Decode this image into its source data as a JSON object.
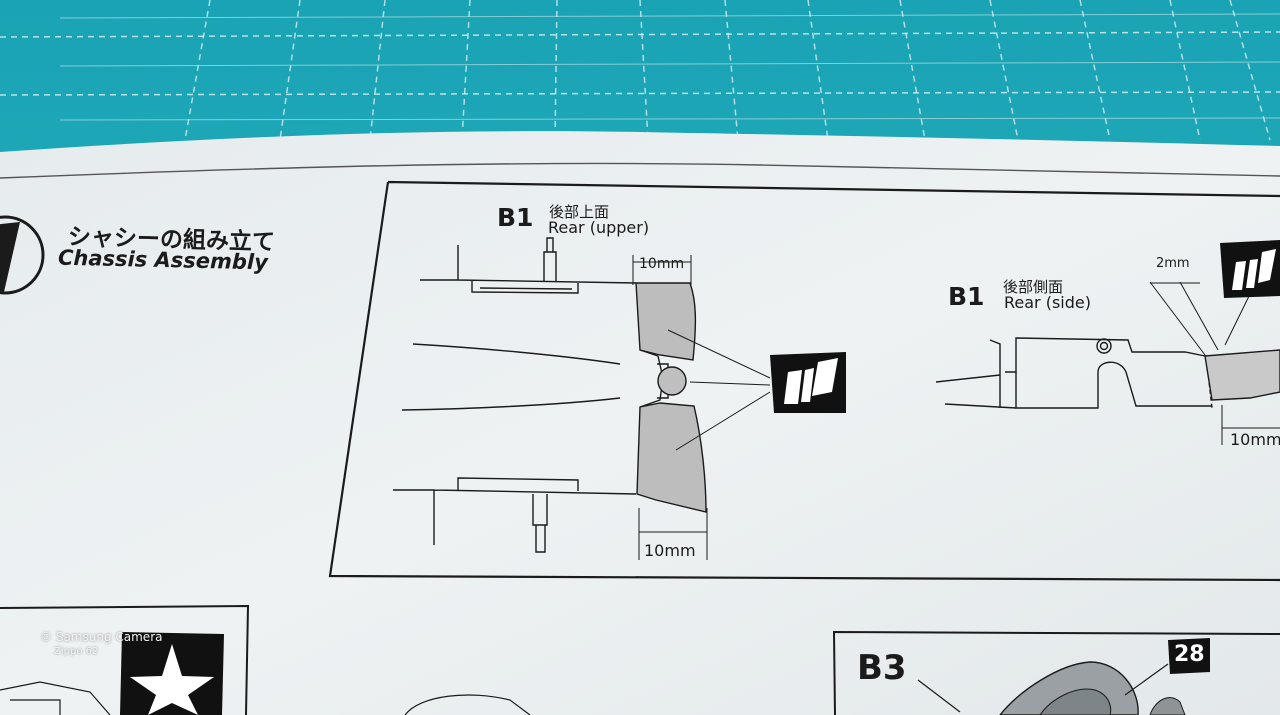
{
  "step": {
    "title_jp": "シャシーの組み立て",
    "title_en": "Chassis Assembly"
  },
  "view_upper": {
    "part": "B1",
    "label_jp": "後部上面",
    "label_en": "Rear (upper)",
    "dim_top": "10mm",
    "dim_bottom": "10mm"
  },
  "view_side": {
    "part": "B1",
    "label_jp": "後部側面",
    "label_en": "Rear (side)",
    "dim_top": "2mm",
    "dim_bottom": "10mm"
  },
  "lower_right": {
    "part": "B3",
    "badge": "28"
  },
  "watermark": {
    "line1": "Samsung Camera",
    "line2": "Zippo 62"
  },
  "colors": {
    "cutting_mat": "#1aa7b8",
    "paper": "#e9eef0",
    "ink": "#1b1b1b",
    "shaded_part": "#bfbfbf"
  }
}
